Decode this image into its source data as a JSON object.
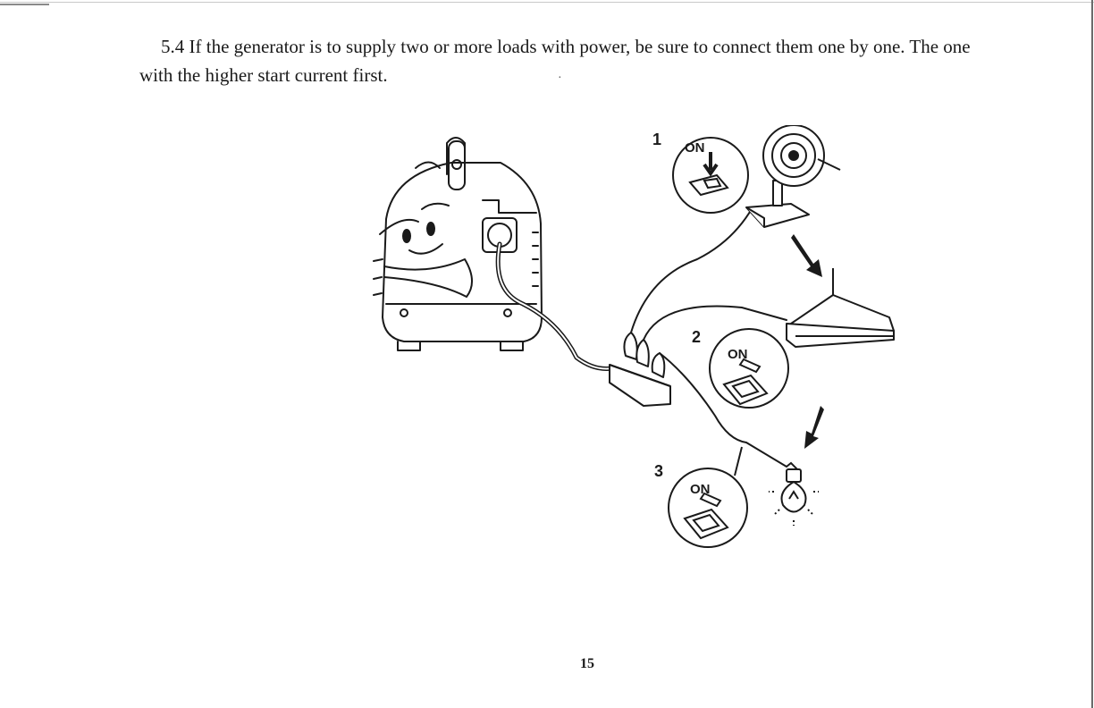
{
  "document": {
    "section_number": "5.4",
    "paragraph_text": "If the generator is to supply two or more loads with power, be sure to connect them one by one. The one with the higher start current first.",
    "stray_mark": "·",
    "page_number": "15"
  },
  "figure": {
    "step_labels": [
      "1",
      "2",
      "3"
    ],
    "switch_label": "ON",
    "icons": [
      "generator-icon",
      "power-strip-icon",
      "fan-icon",
      "tv-icon",
      "light-bulb-icon",
      "down-arrow-icon"
    ]
  }
}
